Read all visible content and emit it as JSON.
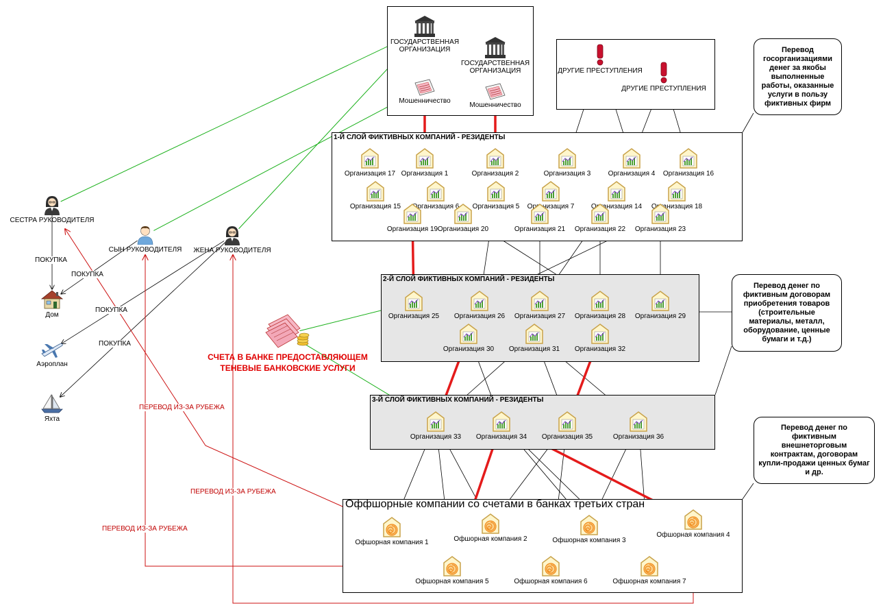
{
  "colors": {
    "red_arrow": "#e41b1b",
    "thin_red": "#cc1111",
    "green_link": "#19b019",
    "layer_fill": "#e6e6e6",
    "org_icon_frame": "#c8a24a",
    "org_icon_chart": "#4a9e32",
    "offshore_icon_swirl": "#f08a1a"
  },
  "boxes": {
    "gov": {},
    "crimes": {},
    "layer1": {
      "title": "1-Й СЛОЙ ФИКТИВНЫХ КОМПАНИЙ - РЕЗИДЕНТЫ"
    },
    "layer2": {
      "title": "2-Й СЛОЙ ФИКТИВНЫХ КОМПАНИЙ - РЕЗИДЕНТЫ"
    },
    "layer3": {
      "title": "3-Й СЛОЙ ФИКТИВНЫХ КОМПАНИЙ - РЕЗИДЕНТЫ"
    },
    "offshore": {
      "title": "Оффшорные компании со счетами в банках третьих стран"
    }
  },
  "nodes": {
    "gov1": {
      "label": "ГОСУДАРСТВЕННАЯ\nОРГАНИЗАЦИЯ",
      "icon": "government-building-icon"
    },
    "gov2": {
      "label": "ГОСУДАРСТВЕННАЯ\nОРГАНИЗАЦИЯ",
      "icon": "government-building-icon"
    },
    "fraud1": {
      "label": "Мошенничество",
      "icon": "fraud-document-icon"
    },
    "fraud2": {
      "label": "Мошенничество",
      "icon": "fraud-document-icon"
    },
    "crime1": {
      "label": "ДРУГИЕ ПРЕСТУПЛЕНИЯ",
      "icon": "exclamation-icon"
    },
    "crime2": {
      "label": "ДРУГИЕ ПРЕСТУПЛЕНИЯ",
      "icon": "exclamation-icon"
    },
    "sister": {
      "label": "СЕСТРА РУКОВОДИТЕЛЯ",
      "icon": "woman-person-icon"
    },
    "son": {
      "label": "СЫН РУКОВОДИТЕЛЯ",
      "icon": "man-person-icon"
    },
    "wife": {
      "label": "ЖЕНА РУКОВОДИТЕЛЯ",
      "icon": "woman-person-icon"
    },
    "house": {
      "label": "Дом",
      "icon": "house-icon"
    },
    "plane": {
      "label": "Аэроплан",
      "icon": "airplane-icon"
    },
    "yacht": {
      "label": "Яхта",
      "icon": "yacht-icon"
    },
    "bank": {
      "label": "",
      "icon": "bank-accounts-icon"
    },
    "o17": {
      "label": "Организация 17",
      "icon": "organization-icon"
    },
    "o1": {
      "label": "Организация 1",
      "icon": "organization-icon"
    },
    "o2": {
      "label": "Организация 2",
      "icon": "organization-icon"
    },
    "o3": {
      "label": "Организация 3",
      "icon": "organization-icon"
    },
    "o4": {
      "label": "Организация 4",
      "icon": "organization-icon"
    },
    "o16": {
      "label": "Организация 16",
      "icon": "organization-icon"
    },
    "o15": {
      "label": "Организация 15",
      "icon": "organization-icon"
    },
    "o6": {
      "label": "Организация 6",
      "icon": "organization-icon"
    },
    "o5": {
      "label": "Организация 5",
      "icon": "organization-icon"
    },
    "o7": {
      "label": "Организация 7",
      "icon": "organization-icon"
    },
    "o14": {
      "label": "Организация 14",
      "icon": "organization-icon"
    },
    "o18": {
      "label": "Организация 18",
      "icon": "organization-icon"
    },
    "o19": {
      "label": "Организация 19",
      "icon": "organization-icon"
    },
    "o20": {
      "label": "Организация 20",
      "icon": "organization-icon"
    },
    "o21": {
      "label": "Организация 21",
      "icon": "organization-icon"
    },
    "o22": {
      "label": "Организация 22",
      "icon": "organization-icon"
    },
    "o23": {
      "label": "Организация 23",
      "icon": "organization-icon"
    },
    "o25": {
      "label": "Организация 25",
      "icon": "organization-icon"
    },
    "o26": {
      "label": "Организация 26",
      "icon": "organization-icon"
    },
    "o27": {
      "label": "Организация 27",
      "icon": "organization-icon"
    },
    "o28": {
      "label": "Организация 28",
      "icon": "organization-icon"
    },
    "o29": {
      "label": "Организация 29",
      "icon": "organization-icon"
    },
    "o30": {
      "label": "Организация 30",
      "icon": "organization-icon"
    },
    "o31": {
      "label": "Организация 31",
      "icon": "organization-icon"
    },
    "o32": {
      "label": "Организация 32",
      "icon": "organization-icon"
    },
    "o33": {
      "label": "Организация 33",
      "icon": "organization-icon"
    },
    "o34": {
      "label": "Организация 34",
      "icon": "organization-icon"
    },
    "o35": {
      "label": "Организация 35",
      "icon": "organization-icon"
    },
    "o36": {
      "label": "Организация 36",
      "icon": "organization-icon"
    },
    "off1": {
      "label": "Офшорная компания 1",
      "icon": "offshore-company-icon"
    },
    "off2": {
      "label": "Офшорная компания 2",
      "icon": "offshore-company-icon"
    },
    "off3": {
      "label": "Офшорная компания 3",
      "icon": "offshore-company-icon"
    },
    "off4": {
      "label": "Офшорная компания 4",
      "icon": "offshore-company-icon"
    },
    "off5": {
      "label": "Офшорная компания 5",
      "icon": "offshore-company-icon"
    },
    "off6": {
      "label": "Офшорная компания 6",
      "icon": "offshore-company-icon"
    },
    "off7": {
      "label": "Офшорная компания 7",
      "icon": "offshore-company-icon"
    }
  },
  "notes": {
    "note1": "Перевод госорганизациями денег за якобы выполненные работы, оказанные услуги в пользу фиктивных фирм",
    "note2": "Перевод денег по фиктивным договорам приобретения товаров (строительные материалы, металл, оборудование, ценные бумаги и т.д.)",
    "note3": "Перевод денег по фиктивным внешнеторговым контрактам, договорам купли-продажи ценных бумаг и др."
  },
  "edge_labels": {
    "purchase_sister_house": "ПОКУПКА",
    "purchase_son_house": "ПОКУПКА",
    "purchase_wife_plane": "ПОКУПКА",
    "purchase_wife_yacht": "ПОКУПКА",
    "transfer_sister": "ПЕРЕВОД ИЗ-ЗА РУБЕЖА",
    "transfer_wife": "ПЕРЕВОД ИЗ-ЗА РУБЕЖА",
    "transfer_son": "ПЕРЕВОД ИЗ-ЗА РУБЕЖА"
  },
  "bank_label": "СЧЕТА В БАНКЕ ПРЕДОСТАВЛЯЮЩЕМ\nТЕНЕВЫЕ БАНКОВСКИЕ УСЛУГИ",
  "edges": {
    "thin_arrows": [
      [
        "o1",
        "o2"
      ],
      [
        "o2",
        "o3"
      ],
      [
        "o3",
        "o4"
      ],
      [
        "o2",
        "o16"
      ],
      [
        "o17",
        "o6"
      ],
      [
        "o6",
        "o2"
      ],
      [
        "o5",
        "o3"
      ],
      [
        "o7",
        "o4"
      ],
      [
        "o18",
        "o4"
      ],
      [
        "o14",
        "o7"
      ],
      [
        "o14",
        "o18"
      ],
      [
        "o20",
        "o28"
      ],
      [
        "o23",
        "o29"
      ],
      [
        "o22",
        "o28"
      ],
      [
        "o21",
        "o27"
      ],
      [
        "o28",
        "o29"
      ],
      [
        "o25",
        "o30"
      ],
      [
        "o30",
        "o31"
      ],
      [
        "o32",
        "o31"
      ],
      [
        "o28",
        "o31"
      ],
      [
        "o31",
        "o33"
      ],
      [
        "o31",
        "o35"
      ],
      [
        "o31",
        "o36"
      ],
      [
        "o30",
        "o34"
      ],
      [
        "o33",
        "o34"
      ],
      [
        "o35",
        "o34"
      ],
      [
        "o36",
        "o35"
      ],
      [
        "crime1",
        "o3"
      ],
      [
        "crime1",
        "o4"
      ],
      [
        "crime2",
        "o4"
      ],
      [
        "crime2",
        "o16"
      ],
      [
        "sister",
        "house"
      ],
      [
        "son",
        "house"
      ],
      [
        "wife",
        "plane"
      ],
      [
        "wife",
        "yacht"
      ]
    ],
    "thin_lines": [
      [
        "o6",
        "o7"
      ],
      [
        "o5",
        "o14"
      ],
      [
        "o19",
        "o20"
      ],
      [
        "o15",
        "o17"
      ],
      [
        "o1",
        "o17"
      ],
      [
        "o6",
        "o15"
      ],
      [
        "o5",
        "o26"
      ],
      [
        "o7",
        "o21"
      ],
      [
        "o27",
        "o22"
      ],
      [
        "o26",
        "o23"
      ],
      [
        "o3",
        "o14"
      ],
      [
        "o4",
        "o14"
      ],
      [
        "o33",
        "off5"
      ],
      [
        "o33",
        "off2"
      ],
      [
        "o34",
        "off3"
      ],
      [
        "o35",
        "off6"
      ],
      [
        "o36",
        "off7"
      ],
      [
        "o35",
        "off2"
      ],
      [
        "o33",
        "off1"
      ],
      [
        "o34",
        "off7"
      ],
      [
        "o36",
        "off3"
      ]
    ],
    "thick_red": [
      [
        "fraud1",
        "o1"
      ],
      [
        "fraud2",
        "o2"
      ],
      [
        "o2",
        "o6"
      ],
      [
        "o19",
        "o25"
      ],
      [
        "o30",
        "o33"
      ],
      [
        "o32",
        "o35"
      ],
      [
        "o34",
        "off5"
      ],
      [
        "o34",
        "off4"
      ],
      [
        "gov1",
        "fraud1"
      ]
    ],
    "green_links": [
      [
        "gov1",
        "sister"
      ],
      [
        "gov2",
        "son"
      ],
      [
        "gov1",
        "wife"
      ],
      [
        "bank",
        "o25"
      ],
      [
        "bank",
        "o33"
      ]
    ],
    "red_transfer_links": [
      "off1->sister",
      "off4->wife",
      "off5->son"
    ]
  }
}
